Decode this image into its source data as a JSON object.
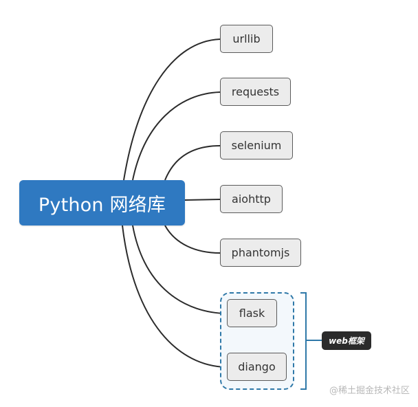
{
  "root": {
    "label": "Python 网络库"
  },
  "children": [
    {
      "label": "urllib"
    },
    {
      "label": "requests"
    },
    {
      "label": "selenium"
    },
    {
      "label": "aiohttp"
    },
    {
      "label": "phantomjs"
    },
    {
      "label": "flask"
    },
    {
      "label": "diango"
    }
  ],
  "group": {
    "label": "web框架"
  },
  "watermark": "@稀土掘金技术社区",
  "colors": {
    "root_fill": "#2f79c1",
    "node_fill": "#ececec",
    "group_border": "#2e78a8",
    "tag_fill": "#2b2b2b",
    "edge": "#2b2b2b"
  }
}
